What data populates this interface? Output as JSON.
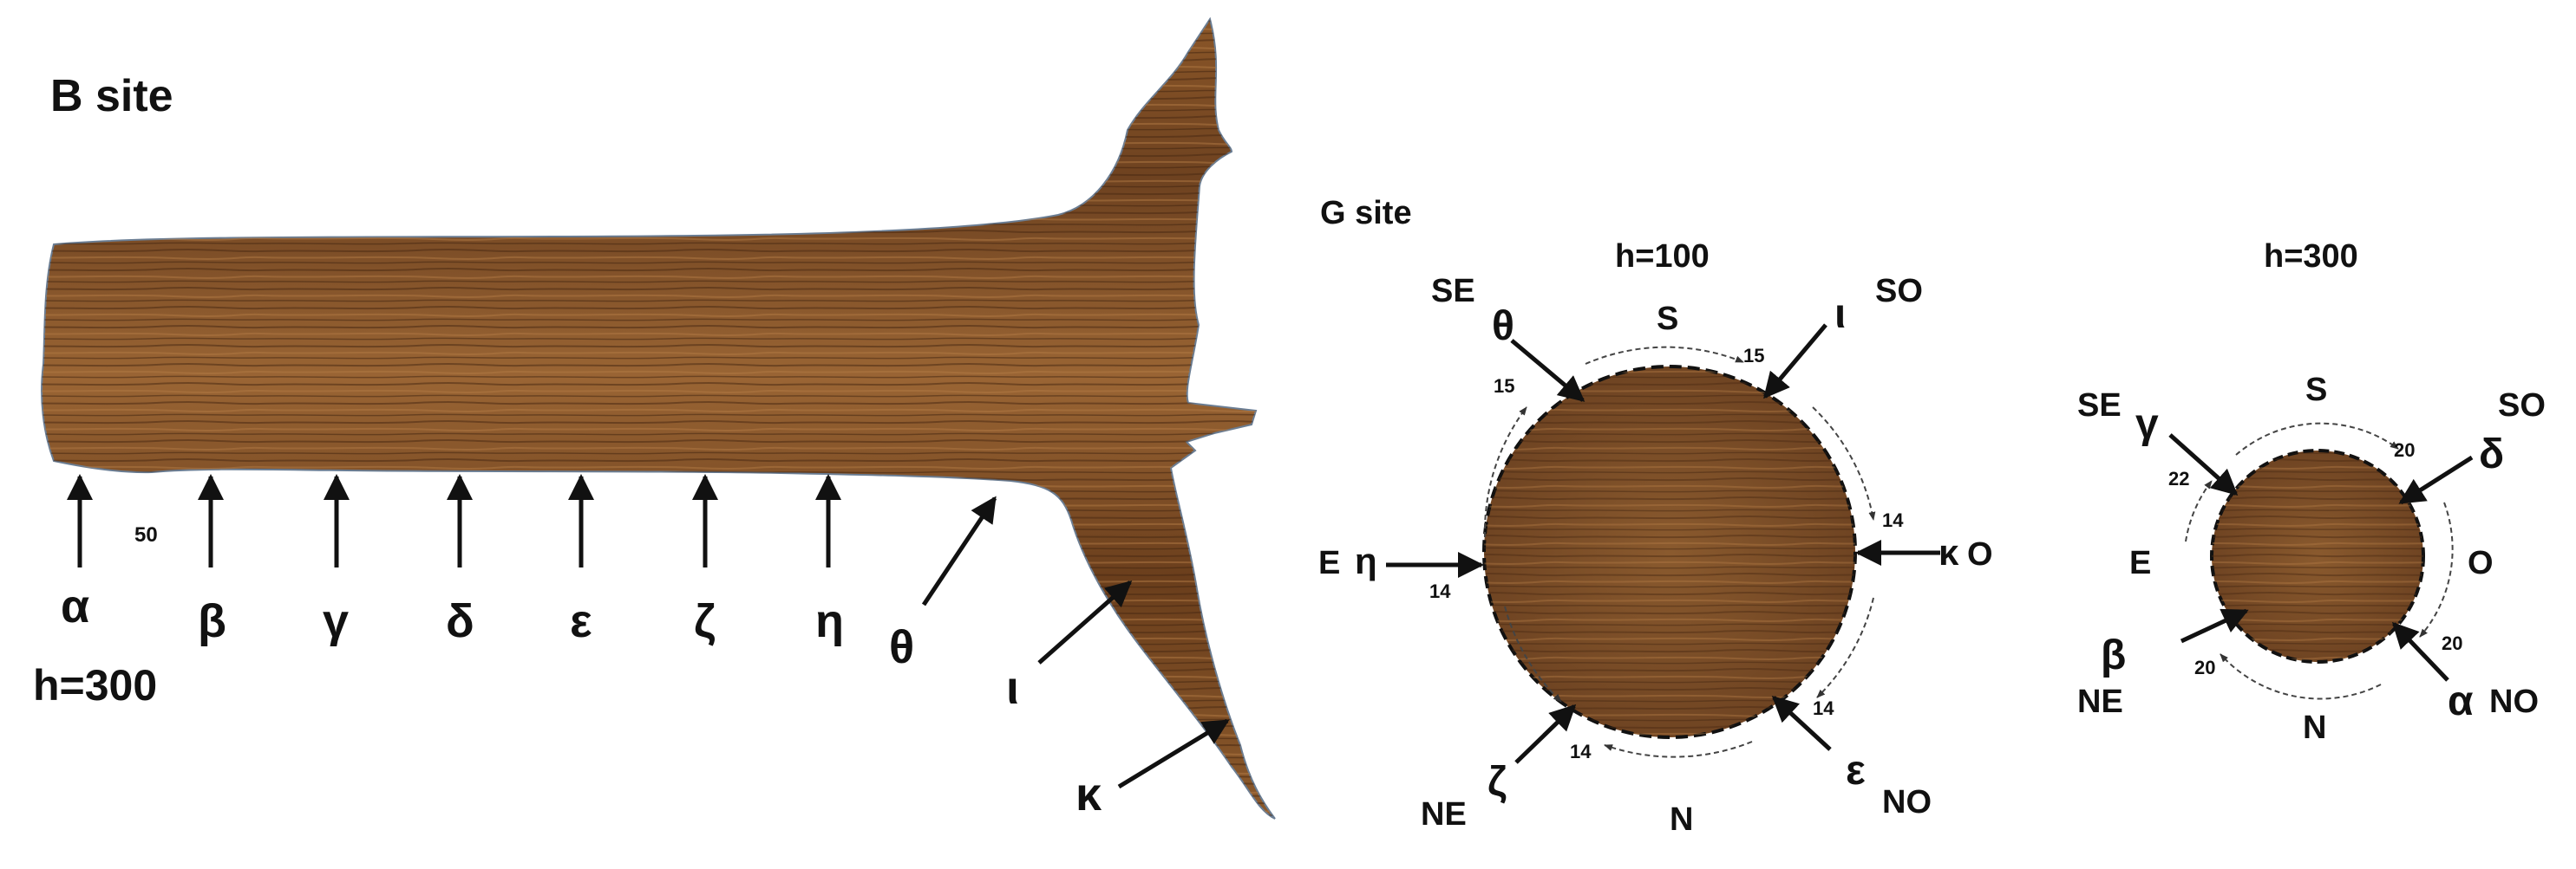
{
  "b_site": {
    "title": "B site",
    "height_label": "h=300",
    "spacing_label": "50",
    "points": [
      "α",
      "β",
      "γ",
      "δ",
      "ε",
      "ζ",
      "η",
      "θ",
      "ι",
      "κ"
    ]
  },
  "g_site": {
    "title": "G site",
    "h100": {
      "height_label": "h=100",
      "directions": {
        "s": "S",
        "se": "SE",
        "so": "SO",
        "e": "E",
        "o": "O",
        "ne": "NE",
        "n": "N",
        "no": "NO"
      },
      "points": {
        "theta": "θ",
        "iota": "ι",
        "kappa": "κ",
        "eta": "η",
        "zeta": "ζ",
        "epsilon": "ε"
      },
      "arc_values": {
        "top": "15",
        "left_top": "15",
        "right_top": "14",
        "left_bottom": "14",
        "bottom": "14",
        "right_bottom": "14"
      }
    },
    "h300": {
      "height_label": "h=300",
      "directions": {
        "s": "S",
        "se": "SE",
        "so": "SO",
        "e": "E",
        "o": "O",
        "ne": "NE",
        "n": "N",
        "no": "NO"
      },
      "points": {
        "gamma": "γ",
        "delta": "δ",
        "beta": "β",
        "alpha": "α"
      },
      "arc_values": {
        "top": "20",
        "left_top": "22",
        "right": "20",
        "left_bottom": "20"
      }
    }
  },
  "colors": {
    "wood_base": "#7a4a22",
    "wood_light": "#a0683a",
    "wood_dark": "#4a2a12",
    "ink": "#111111"
  }
}
